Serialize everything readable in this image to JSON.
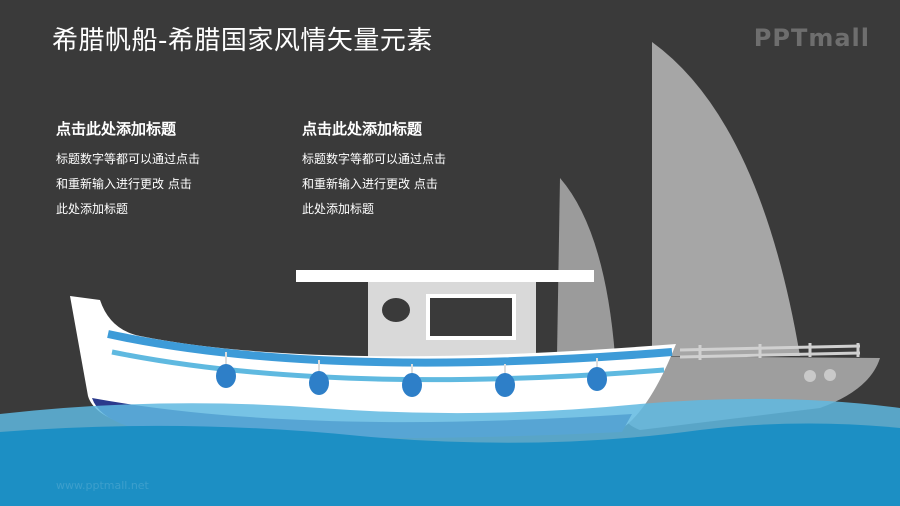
{
  "slide": {
    "title": "希腊帆船-希腊国家风情矢量元素",
    "logo": "PPTmall",
    "footer": "www.pptmall.net"
  },
  "blocks": [
    {
      "heading": "点击此处添加标题",
      "lines": [
        "标题数字等都可以通过点击",
        "和重新输入进行更改 点击",
        "此处添加标题"
      ]
    },
    {
      "heading": "点击此处添加标题",
      "lines": [
        "标题数字等都可以通过点击",
        "和重新输入进行更改 点击",
        "此处添加标题"
      ]
    }
  ],
  "colors": {
    "background": "#3a3a3a",
    "sail": "#a6a6a6",
    "hull_white": "#ffffff",
    "hull_blue": "#3d9bd8",
    "hull_navy": "#2b3a8c",
    "sea": "#1c8fc4",
    "sea_light": "#5fb9e0"
  }
}
